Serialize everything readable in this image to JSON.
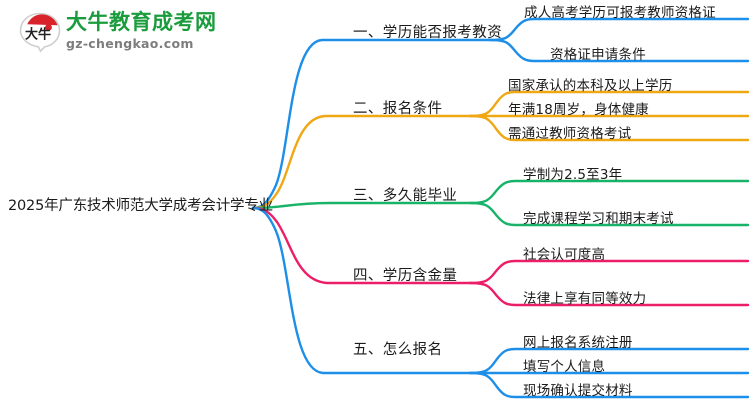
{
  "logo": {
    "mark_text": "大牛",
    "title": "大牛教育成考网",
    "subtitle": "gz-chengkao.com",
    "title_color": "#1a9c3c",
    "subtitle_color": "#7d7d7d",
    "accent_color": "#d8232a"
  },
  "mindmap": {
    "root": {
      "label": "2025年广东技术师范大学成考会计学专业"
    },
    "branches": [
      {
        "index": "1",
        "label": "一、学历能否报考教资",
        "color": "#1e8fe8",
        "children": [
          {
            "label": "成人高考学历可报考教师资格证"
          },
          {
            "label": "资格证申请条件"
          }
        ]
      },
      {
        "index": "2",
        "label": "二、报名条件",
        "color": "#f0a714",
        "children": [
          {
            "label": "国家承认的本科及以上学历"
          },
          {
            "label": "年满18周岁，身体健康"
          },
          {
            "label": "需通过教师资格考试"
          }
        ]
      },
      {
        "index": "3",
        "label": "三、多久能毕业",
        "color": "#18b368",
        "children": [
          {
            "label": "学制为2.5至3年"
          },
          {
            "label": "完成课程学习和期末考试"
          }
        ]
      },
      {
        "index": "4",
        "label": "四、学历含金量",
        "color": "#ec1e68",
        "children": [
          {
            "label": "社会认可度高"
          },
          {
            "label": "法律上享有同等效力"
          }
        ]
      },
      {
        "index": "5",
        "label": "五、怎么报名",
        "color": "#1e8fe8",
        "children": [
          {
            "label": "网上报名系统注册"
          },
          {
            "label": "填写个人信息"
          },
          {
            "label": "现场确认提交材料"
          }
        ]
      }
    ]
  }
}
